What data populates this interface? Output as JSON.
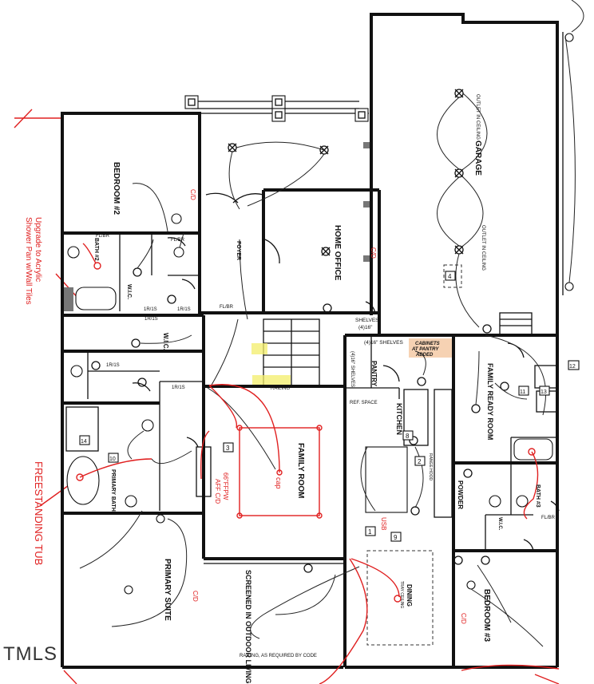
{
  "rooms": {
    "bedroom2": "BEDROOM #2",
    "bath2": "BATH #2",
    "wic_upper": "W.I.C.",
    "wic_mid": "W.I.C.",
    "foyer": "FOYER",
    "home_office": "HOME OFFICE",
    "garage": "GARAGE",
    "pantry": "PANTRY",
    "kitchen": "KITCHEN",
    "family_ready_room": "FAMILY READY ROOM",
    "family_room": "FAMILY ROOM",
    "primary_bath": "PRIMARY BATH",
    "primary_suite": "PRIMARY SUITE",
    "screened_living": "SCREENED IN OUTDOOR LIVING",
    "dining": "DINING",
    "powder": "POWDER",
    "bath3": "BATH #3",
    "wic_right": "W.I.C.",
    "bedroom3": "BEDROOM #3"
  },
  "notes": {
    "outlet_ceiling_1": "OUTLET IN CEILING",
    "outlet_ceiling_2": "OUTLET IN CEILING",
    "shelves_pantry": "(4)16\" SHELVES",
    "shelves_left": "(4)16\" SHELVES",
    "shelves_office_1": "SHELVES",
    "shelves_office_2": "(4)16\"",
    "railing": "RAILING",
    "railing_required": "RAILING, AS REQUIRED BY CODE",
    "ref_space": "REF. SPACE",
    "range_hood": "RANGE HOOD",
    "tray_ceiling": "TRAY CEILING",
    "cabinets_at_pantry_1": "CABINETS",
    "cabinets_at_pantry_2": "AT PANTRY",
    "cabinets_at_pantry_3": "ADDED",
    "fl_br": "FL/BR",
    "hr_1s": "1R/1S"
  },
  "annotations": {
    "upgrade_note_1": "Upgrade to Acrylic",
    "upgrade_note_2": "Shower Pan w/Wall Tiles",
    "freestanding_tub": "FREESTANDING TUB",
    "ffpw_1": "66\"FFPW",
    "ffpw_2": "AFF C/D",
    "cap": "cap",
    "usb": "USB",
    "cd": "C/D"
  },
  "tags": [
    "1",
    "2",
    "3",
    "4",
    "8",
    "9",
    "10",
    "11",
    "12",
    "13",
    "14"
  ],
  "watermark": "TMLS",
  "colors": {
    "wall": "#111111",
    "annotation": "#e02020",
    "highlight_yellow": "#f3ee6a",
    "highlight_peach": "#f6d2b3"
  }
}
